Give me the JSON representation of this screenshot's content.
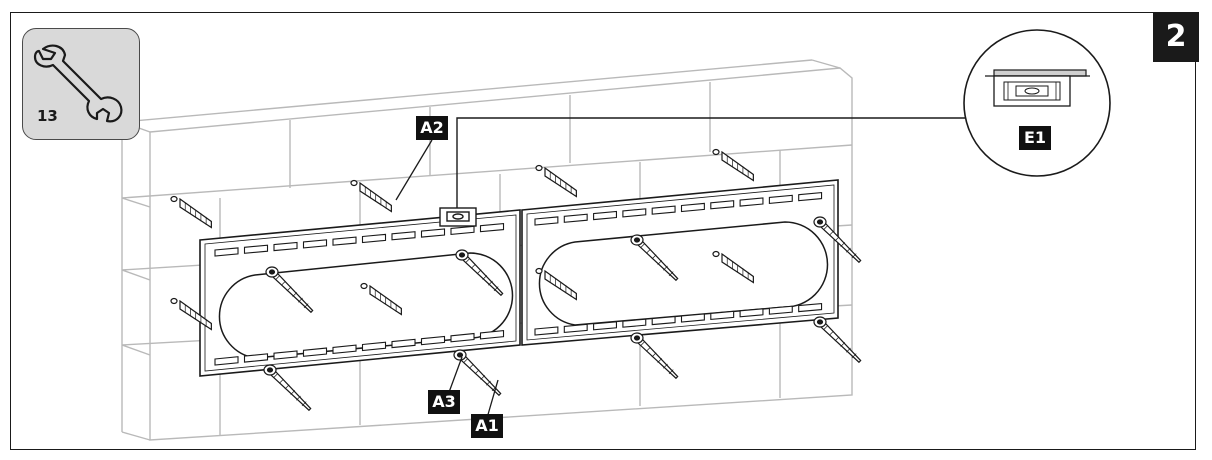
{
  "step": {
    "number": "2"
  },
  "tool": {
    "icon": "wrench-icon",
    "size": "13"
  },
  "parts": {
    "a1": "A1",
    "a2": "A2",
    "a3": "A3",
    "e1": "E1"
  },
  "colors": {
    "line": "#1a1a1a",
    "wall": "#b8b8b8",
    "badge_bg": "#d9d9d9",
    "label_bg": "#111111"
  }
}
